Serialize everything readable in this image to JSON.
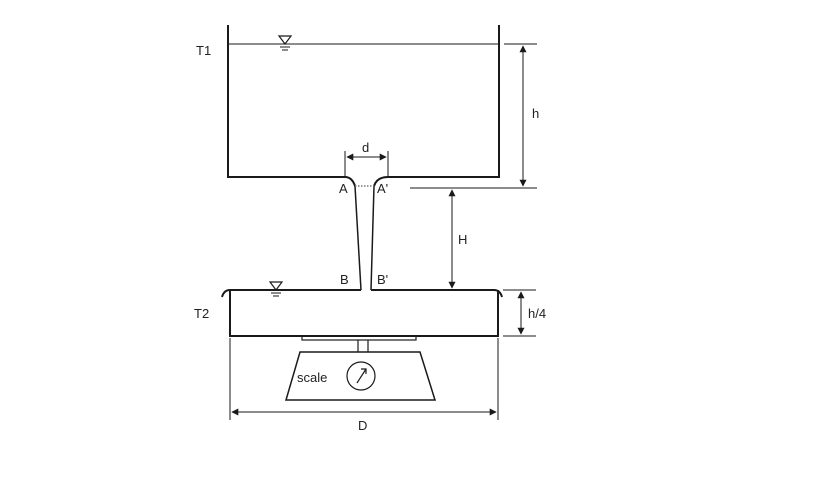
{
  "diagram": {
    "labels": {
      "tank1": "T1",
      "tank2": "T2",
      "height_h": "h",
      "height_H": "H",
      "height_h4": "h/4",
      "diameter_d": "d",
      "diameter_D": "D",
      "point_A": "A",
      "point_A_prime": "A'",
      "point_B": "B",
      "point_B_prime": "B'",
      "scale": "scale"
    },
    "icons": {
      "water_level": "water-surface-triangle-icon",
      "scale_dial": "dial-arrow-icon"
    },
    "colors": {
      "line": "#1a1a1a",
      "text": "#222222",
      "background": "#ffffff"
    }
  }
}
